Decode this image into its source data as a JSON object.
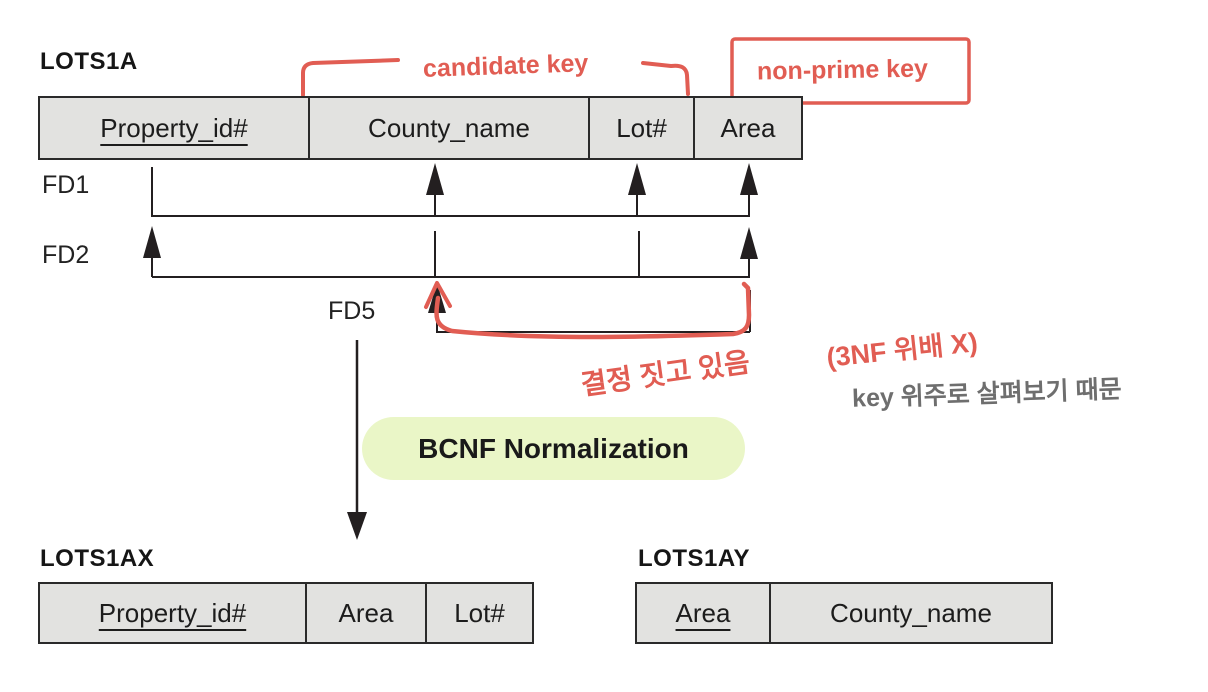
{
  "colors": {
    "ink": "#231f20",
    "handwriting_red": "#e15d53",
    "table_fill": "#e2e2e0",
    "highlight_green": "#eaf6c7",
    "gray_note": "#6e6e6e"
  },
  "tables": {
    "lots1a": {
      "title": "LOTS1A",
      "columns": [
        {
          "label": "Property_id#",
          "key": true
        },
        {
          "label": "County_name",
          "key": false
        },
        {
          "label": "Lot#",
          "key": false
        },
        {
          "label": "Area",
          "key": false
        }
      ]
    },
    "lots1ax": {
      "title": "LOTS1AX",
      "columns": [
        {
          "label": "Property_id#",
          "key": true
        },
        {
          "label": "Area",
          "key": false
        },
        {
          "label": "Lot#",
          "key": false
        }
      ]
    },
    "lots1ay": {
      "title": "LOTS1AY",
      "columns": [
        {
          "label": "Area",
          "key": true
        },
        {
          "label": "County_name",
          "key": false
        }
      ]
    }
  },
  "fds": {
    "fd1_label": "FD1",
    "fd2_label": "FD2",
    "fd5_label": "FD5"
  },
  "annotations": {
    "candidate_key": "candidate key",
    "non_prime_key": "non-prime key",
    "determining_note": "결정 짓고 있음",
    "nf3_note": "(3NF 위배 X)",
    "key_reason_note": "key 위주로 살펴보기 때문"
  },
  "process": {
    "label": "BCNF Normalization"
  }
}
